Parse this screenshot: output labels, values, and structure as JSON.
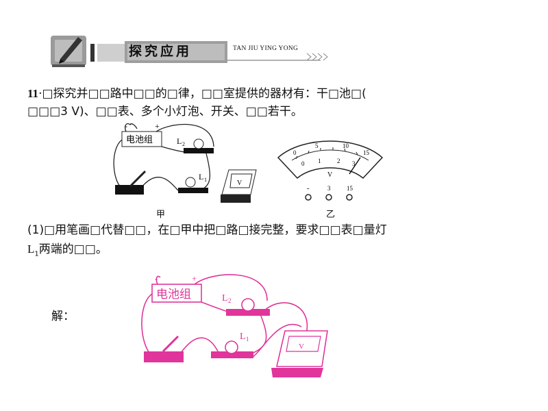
{
  "banner": {
    "title": "探究应用",
    "subtitle": "TAN JIU YING YONG"
  },
  "question": {
    "number": "11",
    "line1": "·□探究并□□路中□□的□律，□□室提供的器材有：干□池□(",
    "line2": "□□□3 V)、□□表、多个小灯泡、开关、□□若干。"
  },
  "figures": {
    "jia": "甲",
    "yi": "乙",
    "battery": "电池组",
    "L2": "L",
    "L2_sub": "2",
    "L1": "L",
    "L1_sub": "1",
    "minus": "-",
    "plus": "+",
    "voltmeter_V": "V",
    "scale_top": [
      "0",
      "5",
      "10",
      "15"
    ],
    "scale_bottom": [
      "0",
      "1",
      "2",
      "3"
    ],
    "terminals": [
      "-",
      "3",
      "15"
    ]
  },
  "part1": {
    "line1": "(1)□用笔画□代替□□，在□甲中把□路□接完整，要求□□表□量灯",
    "line2_L": "L",
    "line2_sub": "1",
    "line2_rest": "两端的□□。"
  },
  "solution": {
    "label": "解："
  },
  "colors": {
    "answer": "#e0359a",
    "banner_gray": "#8a8a8a"
  }
}
